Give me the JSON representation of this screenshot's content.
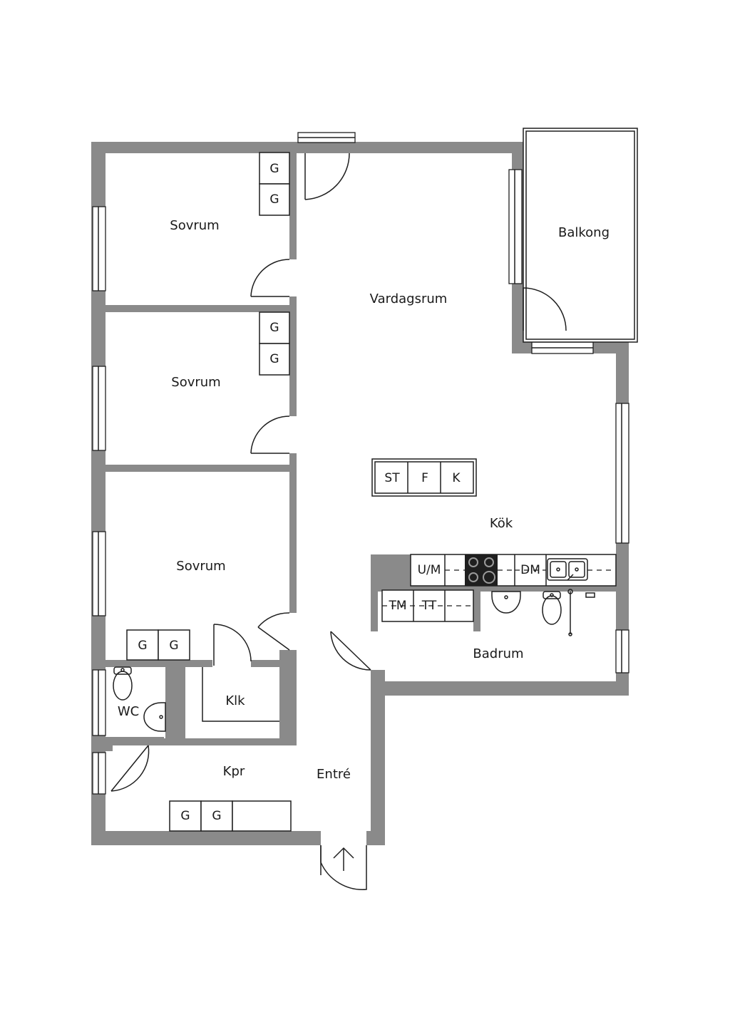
{
  "rooms": {
    "bedroom_1": "Sovrum",
    "bedroom_2": "Sovrum",
    "bedroom_3": "Sovrum",
    "living_room": "Vardagsrum",
    "balcony": "Balkong",
    "kitchen": "Kök",
    "bathroom": "Badrum",
    "wc": "WC",
    "walk_in_closet": "Klk",
    "coat_closet": "Kpr",
    "entrance": "Entré"
  },
  "fixtures": {
    "wardrobe": "G",
    "stove": "ST",
    "freezer": "F",
    "fridge": "K",
    "microwave_oven": "U/M",
    "dishwasher": "DM",
    "washing_machine": "TM",
    "tumble_dryer": "TT"
  }
}
